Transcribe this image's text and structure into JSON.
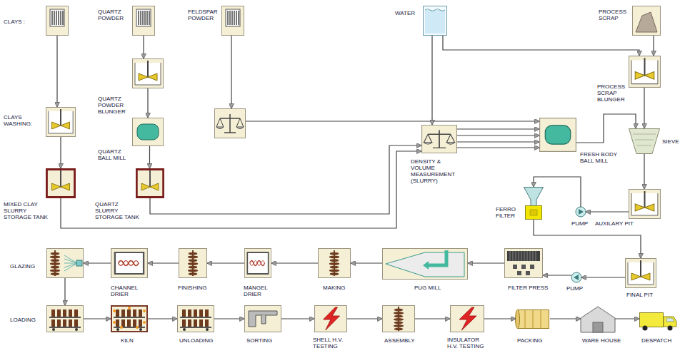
{
  "diagram": {
    "nodes": [
      {
        "text": [
          "CLAYS :"
        ]
      },
      {
        "text": [
          "QUARTZ POWDER"
        ]
      },
      {
        "text": [
          "FELDSPAR POWDER"
        ]
      },
      {
        "text": [
          "WATER"
        ]
      },
      {
        "text": [
          "PROCESS SCRAP"
        ]
      },
      {
        "text": [
          "CLAYS WASHING:"
        ]
      },
      {
        "text": [
          "QUARTZ POWDER BLUNGER"
        ]
      },
      {
        "text": [
          "QUARTZ BALL MILL"
        ]
      },
      {
        "text": [
          "MIXED CLAY SLURRY STORAGE TANK"
        ]
      },
      {
        "text": [
          "QUARTZ SLURRY STORAGE TANK"
        ]
      },
      {
        "text": [
          "DENSITY & VOLUME MEASUREMENT (SLURRY)"
        ]
      },
      {
        "text": [
          "FRESH BODY BALL MILL"
        ]
      },
      {
        "text": [
          "PROCESS SCRAP BLUNGER"
        ]
      },
      {
        "text": [
          "SIEVE"
        ]
      },
      {
        "text": [
          "AUXILARY PIT"
        ]
      },
      {
        "text": [
          "PUMP"
        ]
      },
      {
        "text": [
          "FERRO FILTER"
        ]
      },
      {
        "text": [
          "FINAL PIT"
        ]
      },
      {
        "text": [
          "PUMP"
        ]
      },
      {
        "text": [
          "FILTER PRESS"
        ]
      },
      {
        "text": [
          "PUG MILL"
        ]
      },
      {
        "text": [
          "MAKING"
        ]
      },
      {
        "text": [
          "MANGEL DRIER"
        ]
      },
      {
        "text": [
          "FINISHING"
        ]
      },
      {
        "text": [
          "CHANNEL DRIER"
        ]
      },
      {
        "text": [
          "GLAZING"
        ]
      },
      {
        "text": [
          "LOADING"
        ]
      },
      {
        "text": [
          "KILN"
        ]
      },
      {
        "text": [
          "UNLOADING"
        ]
      },
      {
        "text": [
          "SORTING"
        ]
      },
      {
        "text": [
          "SHELL H.V. TESTING"
        ]
      },
      {
        "text": [
          "ASSEMBLY"
        ]
      },
      {
        "text": [
          "INSULATOR H.V. TESTING"
        ]
      },
      {
        "text": [
          "PACKING"
        ]
      },
      {
        "text": [
          "WARE HOUSE"
        ]
      },
      {
        "text": [
          "DESPATCH"
        ]
      }
    ],
    "edges": [
      {
        "from": 0,
        "to": 5,
        "arrow": "to"
      },
      {
        "from": 5,
        "to": 8,
        "arrow": "to"
      },
      {
        "from": 8,
        "to": 10,
        "arrow": "to"
      },
      {
        "from": 1,
        "to": 6,
        "arrow": "to"
      },
      {
        "from": 6,
        "to": 7,
        "arrow": "to"
      },
      {
        "from": 7,
        "to": 9,
        "arrow": "to"
      },
      {
        "from": 9,
        "to": 10,
        "arrow": "to"
      },
      {
        "from": 3,
        "to": 10,
        "arrow": "to"
      },
      {
        "from": 3,
        "to": 12,
        "arrow": "to"
      },
      {
        "from": 4,
        "to": 12,
        "arrow": "to"
      },
      {
        "from": 10,
        "to": 11,
        "arrow": "to"
      },
      {
        "from": 11,
        "to": 13,
        "arrow": "to"
      },
      {
        "from": 12,
        "to": 13,
        "arrow": "to"
      },
      {
        "from": 13,
        "to": 14,
        "arrow": "to"
      },
      {
        "from": 14,
        "to": 15,
        "arrow": "to"
      },
      {
        "from": 15,
        "to": 16,
        "arrow": "to"
      },
      {
        "from": 16,
        "to": 17,
        "arrow": "to"
      },
      {
        "from": 17,
        "to": 18,
        "arrow": "to"
      },
      {
        "from": 18,
        "to": 19,
        "arrow": "to"
      },
      {
        "from": 19,
        "to": 20,
        "arrow": "to"
      },
      {
        "from": 20,
        "to": 21,
        "arrow": "to"
      },
      {
        "from": 21,
        "to": 22,
        "arrow": "to"
      },
      {
        "from": 22,
        "to": 23,
        "arrow": "to"
      },
      {
        "from": 23,
        "to": 24,
        "arrow": "to"
      },
      {
        "from": 24,
        "to": 25,
        "arrow": "to"
      },
      {
        "from": 25,
        "to": 26,
        "arrow": "to"
      },
      {
        "from": 26,
        "to": 27,
        "arrow": "to"
      },
      {
        "from": 27,
        "to": 28,
        "arrow": "to"
      },
      {
        "from": 28,
        "to": 29,
        "arrow": "to"
      },
      {
        "from": 29,
        "to": 30,
        "arrow": "to"
      },
      {
        "from": 30,
        "to": 31,
        "arrow": "to"
      },
      {
        "from": 31,
        "to": 32,
        "arrow": "to"
      },
      {
        "from": 32,
        "to": 33,
        "arrow": "to"
      },
      {
        "from": 33,
        "to": 34,
        "arrow": "to"
      },
      {
        "from": 34,
        "to": 35,
        "arrow": "to"
      }
    ]
  }
}
